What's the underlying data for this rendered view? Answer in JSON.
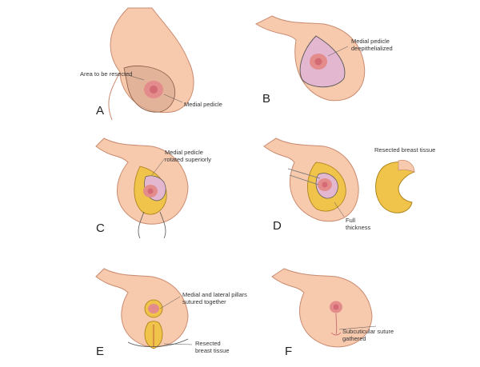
{
  "panels": [
    {
      "letter": "A",
      "labels": [
        "Area to be resected",
        "Medial pedicle"
      ]
    },
    {
      "letter": "B",
      "labels": [
        "Medial pedicle",
        "deepithelialized"
      ]
    },
    {
      "letter": "C",
      "labels": [
        "Medial pedicle",
        "rotated superiorly"
      ]
    },
    {
      "letter": "D",
      "labels": [
        "Resected breast tissue",
        "Full",
        "thickness"
      ]
    },
    {
      "letter": "E",
      "labels": [
        "Medial and lateral pillars",
        "sutured together",
        "Resected",
        "breast tissue"
      ]
    },
    {
      "letter": "F",
      "labels": [
        "Subcuticular suture",
        "gathered"
      ]
    }
  ],
  "colors": {
    "skin": "#f7c9ad",
    "skin_shadow": "#eeae8f",
    "outline": "#c98b70",
    "areola": "#e48c8c",
    "nipple": "#d46a74",
    "pedicle": "#e2b7cf",
    "fat": "#f0c34a",
    "fat_dot": "#d9a21c"
  }
}
